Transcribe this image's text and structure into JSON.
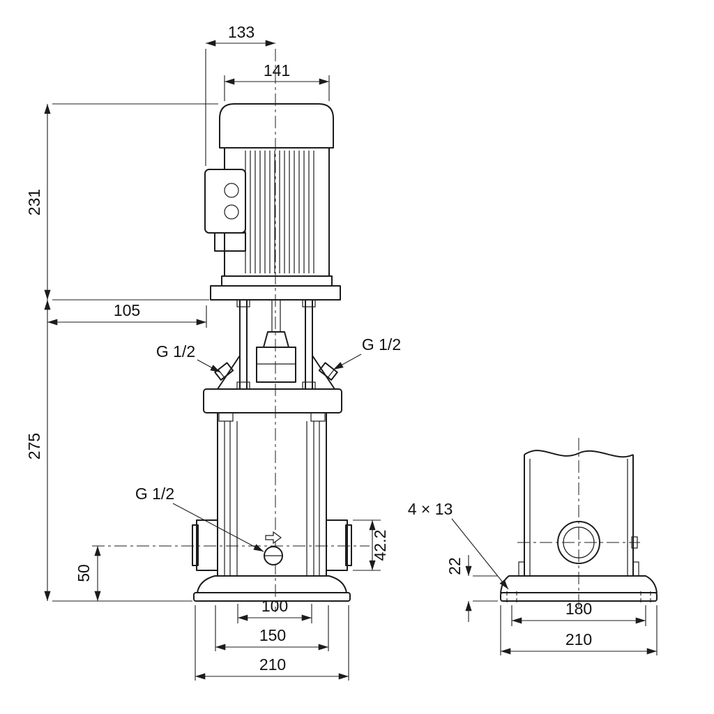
{
  "front_view": {
    "dim_133": "133",
    "dim_141": "141",
    "dim_231": "231",
    "dim_105": "105",
    "dim_275": "275",
    "dim_50": "50",
    "dim_42_2": "42.2",
    "dim_100": "100",
    "dim_150": "150",
    "dim_210": "210",
    "label_plug_left": "G 1/2",
    "label_plug_right": "G 1/2",
    "label_drain": "G 1/2"
  },
  "side_view": {
    "dim_22": "22",
    "dim_180": "180",
    "dim_210": "210",
    "label_holes": "4 × 13"
  },
  "colors": {
    "line": "#1c1c1c",
    "background": "#ffffff"
  }
}
